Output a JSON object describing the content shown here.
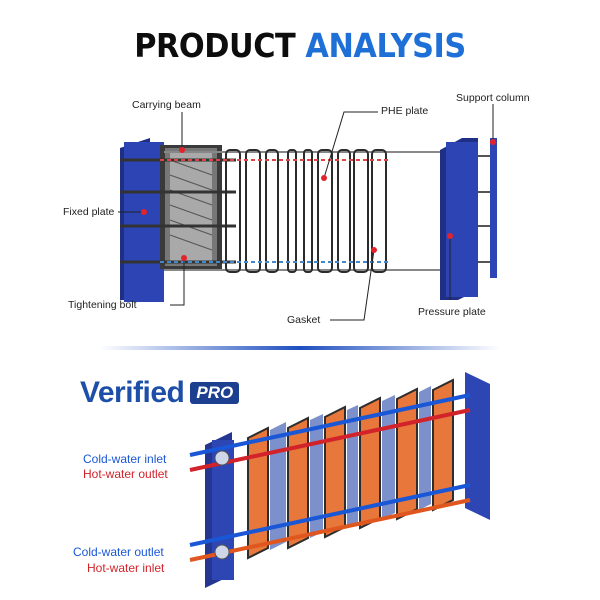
{
  "title": {
    "part1": "PRODUCT",
    "part2": "ANALYSIS"
  },
  "labels": {
    "carrying_beam": "Carrying beam",
    "phe_plate": "PHE plate",
    "support_column": "Support column",
    "fixed_plate": "Fixed plate",
    "tightening_bolt": "Tightening bolt",
    "gasket": "Gasket",
    "pressure_plate": "Pressure plate"
  },
  "brand": {
    "name": "Verified",
    "badge": "PRO"
  },
  "flows": {
    "cold_inlet": "Cold-water inlet",
    "hot_outlet": "Hot-water outlet",
    "cold_outlet": "Cold-water outlet",
    "hot_inlet": "Hot-water inlet"
  },
  "colors": {
    "accent_blue": "#1e6fd6",
    "plate_blue": "#2a3fa6",
    "cold": "#1a57d6",
    "hot": "#d2232a"
  }
}
